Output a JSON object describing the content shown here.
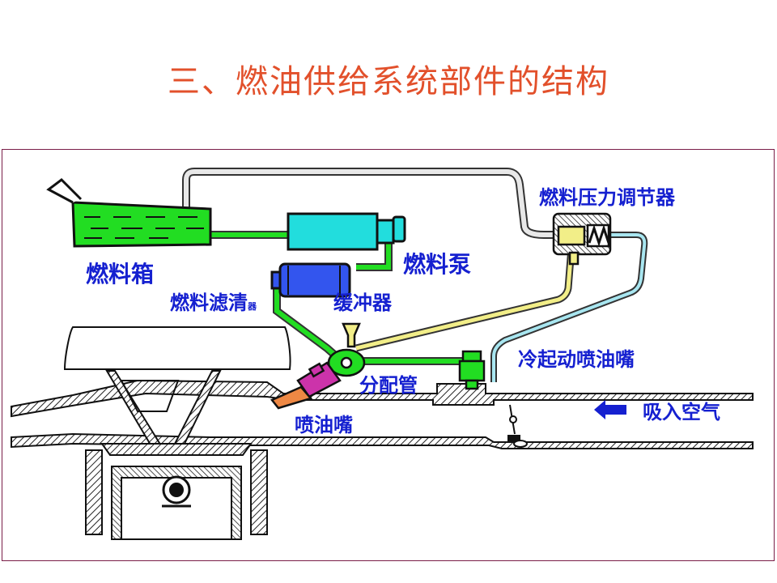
{
  "title": "三、燃油供给系统部件的结构",
  "labels": {
    "fuel_tank": "燃料箱",
    "fuel_filter": "燃料滤清",
    "fuel_filter_small": "器",
    "fuel_pump": "燃料泵",
    "damper": "缓冲器",
    "pressure_regulator": "燃料压力调节器",
    "cold_start_injector": "冷起动喷油嘴",
    "distribution_pipe": "分配管",
    "injector": "喷油嘴",
    "intake_air": "吸入空气"
  },
  "colors": {
    "title": "#e2502b",
    "label": "#1520d0",
    "frame_border": "#7a1e48",
    "fuel_green": "#22dd22",
    "pump_cyan": "#22dddd",
    "filter_blue": "#3355ee",
    "return_yellow": "#f2ee88",
    "cold_start_line": "#a8e6f0",
    "injector_magenta": "#cc33aa",
    "nozzle_orange": "#ee8844"
  },
  "icons": {
    "intake_arrow": "left-arrow-icon"
  }
}
